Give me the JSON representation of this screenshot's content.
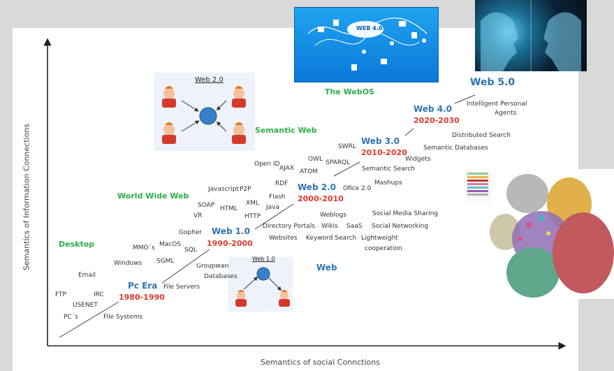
{
  "axes": {
    "y_label": "Semantics of Information Connections",
    "x_label": "Semantics of social Connctions"
  },
  "eras": [
    {
      "name": "Pc Era",
      "years": "1980-1990"
    },
    {
      "name": "Web 1.0",
      "years": "1990-2000"
    },
    {
      "name": "Web 2.0",
      "years": "2000-2010"
    },
    {
      "name": "Web 3.0",
      "years": "2010-2020"
    },
    {
      "name": "Web 4.0",
      "years": "2020-2030"
    },
    {
      "name": "Web 5.0",
      "years": ""
    }
  ],
  "categories": {
    "desktop": "Desktop",
    "world_wide_web": "World Wide Web",
    "semantic_web": "Semantic Web",
    "the_webos": "The WebOS",
    "web": "Web"
  },
  "pc_era_terms": [
    "PC´s",
    "File Systems",
    "FTP",
    "IRC",
    "USENET",
    "Email",
    "File Servers",
    "Windows",
    "MMO´s",
    "MacOS",
    "SGML",
    "SQL",
    "Groupware",
    "Databases"
  ],
  "web1_terms": [
    "Gopher",
    "VR",
    "SOAP",
    "HTML",
    "Javascript",
    "XML",
    "P2P",
    "HTTP",
    "Java",
    "Flash",
    "RDF",
    "Open ID",
    "AJAX",
    "ATOM",
    "OWL"
  ],
  "web_terms": [
    "Directory Portals",
    "Wikis",
    "SaaS",
    "Weblogs",
    "Websites",
    "Keyword Search",
    "Lightweight",
    "cooperation",
    "Social Media Sharing",
    "Social Networking",
    "Ofice 2.0",
    "Mashups"
  ],
  "semantic_terms": [
    "SWRL",
    "SPARQL",
    "Semantic Search",
    "Widgets",
    "Semantic Databases",
    "Distributed Search",
    "Intelligent Personal",
    "Agents"
  ],
  "insets": {
    "web1_diagram_title": "Web 1.0",
    "web2_diagram_title": "Web 2.0",
    "web4_banner_text": "WEB 4.0"
  }
}
